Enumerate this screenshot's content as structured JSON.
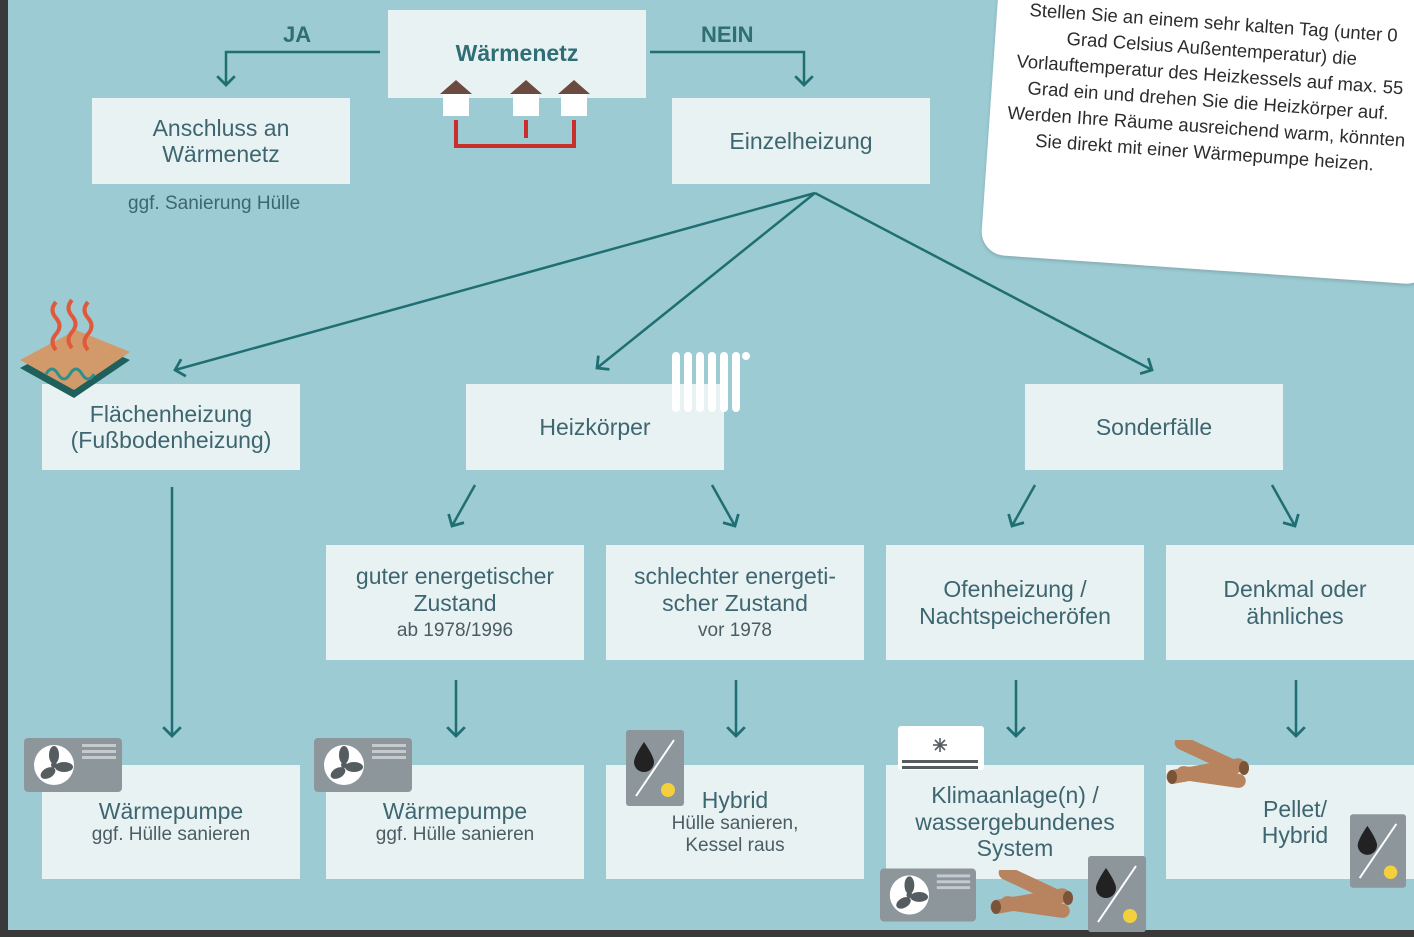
{
  "colors": {
    "background": "#9ccbd3",
    "box": "#e9f2f3",
    "line": "#1f6f72",
    "text": "#3d6670",
    "pipe": "#c8302d"
  },
  "top": {
    "yes_label": "JA",
    "no_label": "NEIN",
    "hub_title": "Wärmenetz"
  },
  "boxes": {
    "anschluss": "Anschluss an Wärmenetz",
    "anschluss_note": "ggf. Sanierung Hülle",
    "einzelheizung": "Einzelheizung",
    "flaechen": "Flächenheizung (Fußbodenheizung)",
    "heizkoerper": "Heizkörper",
    "sonderfaelle": "Sonderfälle",
    "guter_main": "guter energetischer Zustand",
    "guter_sub": "ab 1978/1996",
    "schlechter_main": "schlechter energeti- scher Zustand",
    "schlechter_sub": "vor 1978",
    "ofen": "Ofenheizung / Nachtspeicheröfen",
    "denkmal": "Denkmal oder ähnliches",
    "wp1_main": "Wärmepumpe",
    "wp1_sub": "ggf. Hülle sanieren",
    "wp2_main": "Wärmepumpe",
    "wp2_sub": "ggf. Hülle sanieren",
    "hybrid_main": "Hybrid",
    "hybrid_sub": "Hülle sanieren, Kessel raus",
    "klima": "Klimaanlage(n) / wassergebundenes System",
    "pellet": "Pellet/ Hybrid"
  },
  "tip": {
    "text": "Stellen Sie an einem sehr kalten Tag (unter 0 Grad Celsius Außentemperatur) die Vorlauftemperatur des Heizkessels auf max. 55 Grad ein und drehen Sie die Heizkörper auf. Werden Ihre Räume ausreichend warm, könnten Sie direkt mit einer Wärmepumpe heizen."
  },
  "icons": {
    "houses": "houses-network-icon",
    "floor": "floor-heating-icon",
    "radiator": "radiator-icon",
    "heatpump": "heat-pump-icon",
    "oil": "oil-drop-icon",
    "ac": "air-conditioner-icon",
    "wood": "firewood-icon"
  }
}
